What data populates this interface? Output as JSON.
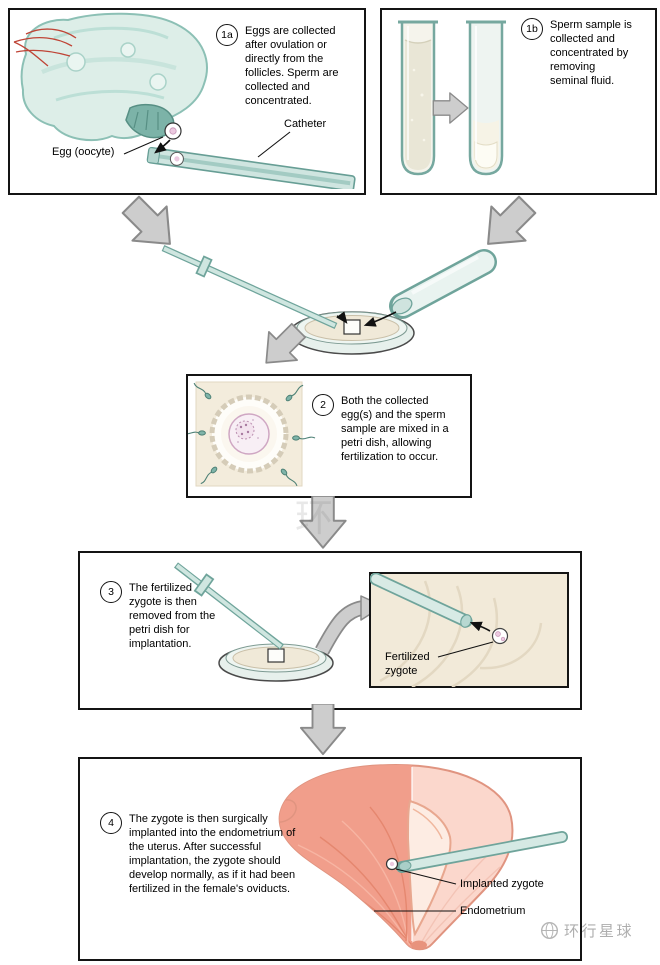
{
  "colors": {
    "teal_outline": "#6fa49b",
    "teal_fill": "#ddeee8",
    "beige": "#f2ead9",
    "uterus_pink": "#f19e8b",
    "arrow_gray": "#cdcdcd"
  },
  "steps": {
    "step1a": {
      "number": "1a",
      "text": "Eggs are collected after ovulation or directly from the follicles. Sperm are collected and concentrated.",
      "label_egg": "Egg (oocyte)",
      "label_catheter": "Catheter"
    },
    "step1b": {
      "number": "1b",
      "text": "Sperm sample is collected and concentrated by removing seminal fluid."
    },
    "step2": {
      "number": "2",
      "text": "Both the collected egg(s) and the sperm sample are mixed in a petri dish, allowing fertilization to occur."
    },
    "step3": {
      "number": "3",
      "text": "The fertilized zygote is then removed from the petri dish for implantation.",
      "label_zygote": "Fertilized zygote"
    },
    "step4": {
      "number": "4",
      "text": "The zygote is then surgically implanted into the endometrium of the uterus. After successful implantation, the zygote should develop normally, as if it had been fertilized in the female's oviducts.",
      "label_zygote": "Implanted zygote",
      "label_endometrium": "Endometrium"
    }
  },
  "watermark": {
    "text": "环行星球"
  }
}
